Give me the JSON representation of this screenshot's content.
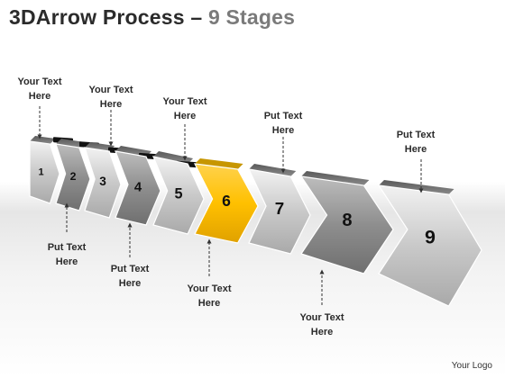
{
  "title": {
    "main": "3DArrow Process",
    "dash": "–",
    "sub": "9 Stages"
  },
  "highlight_color": "#ffc000",
  "stages": [
    {
      "number": "1"
    },
    {
      "number": "2"
    },
    {
      "number": "3"
    },
    {
      "number": "4"
    },
    {
      "number": "5"
    },
    {
      "number": "6",
      "highlighted": true
    },
    {
      "number": "7"
    },
    {
      "number": "8"
    },
    {
      "number": "9"
    }
  ],
  "callouts": [
    {
      "line1": "Your Text",
      "line2": "Here"
    },
    {
      "line1": "Put Text",
      "line2": "Here"
    },
    {
      "line1": "Your Text",
      "line2": "Here"
    },
    {
      "line1": "Put Text",
      "line2": "Here"
    },
    {
      "line1": "Your Text",
      "line2": "Here"
    },
    {
      "line1": "Your Text",
      "line2": "Here"
    },
    {
      "line1": "Put Text",
      "line2": "Here"
    },
    {
      "line1": "Your Text",
      "line2": "Here"
    },
    {
      "line1": "Put Text",
      "line2": "Here"
    }
  ],
  "logo": "Your Logo"
}
